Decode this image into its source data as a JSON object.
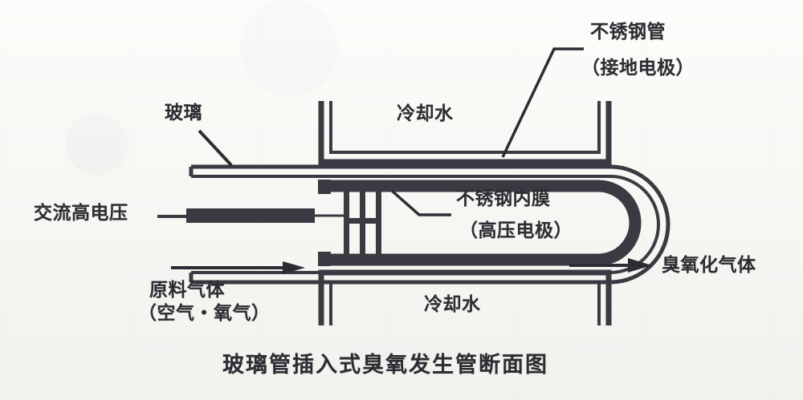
{
  "figure": {
    "title": "玻璃管插入式臭氧发生管断面图",
    "title_translation_note": "",
    "type": "cross-section-schematic"
  },
  "labels": {
    "glass": "玻璃",
    "ac_high_voltage": "交流高电压",
    "feed_gas_line1": "原料气体",
    "feed_gas_line2": "（空气・氧气）",
    "cooling_water_top": "冷却水",
    "cooling_water_bottom": "冷却水",
    "stainless_tube_line1": "不锈钢管",
    "stainless_tube_line2": "（接地电极）",
    "inner_film_line1": "不锈钢内膜",
    "inner_film_line2": "（高压电极）",
    "ozonized_gas": "臭氧化气体"
  },
  "colors": {
    "paper": "#fbfaf8",
    "ink": "#2c2c32",
    "ink_heavy": "#3a3a42",
    "ink_light": "#4a4a52"
  }
}
